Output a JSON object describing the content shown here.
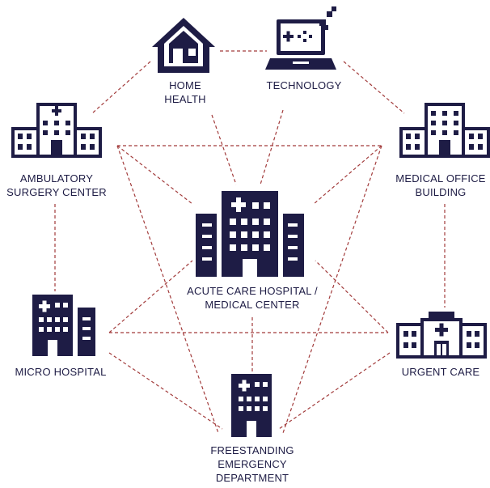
{
  "nodes": {
    "home_health": {
      "lines": [
        "HOME",
        "HEALTH"
      ],
      "icon": "house-icon"
    },
    "technology": {
      "lines": [
        "TECHNOLOGY"
      ],
      "icon": "laptop-icon"
    },
    "ambulatory": {
      "lines": [
        "AMBULATORY",
        "SURGERY CENTER"
      ],
      "icon": "hospital-building-icon"
    },
    "medical_office": {
      "lines": [
        "MEDICAL OFFICE",
        "BUILDING"
      ],
      "icon": "hospital-building-icon"
    },
    "acute_care": {
      "lines": [
        "ACUTE CARE HOSPITAL /",
        "MEDICAL CENTER"
      ],
      "icon": "hospital-tower-icon"
    },
    "micro_hospital": {
      "lines": [
        "MICRO HOSPITAL"
      ],
      "icon": "small-hospital-icon"
    },
    "urgent_care": {
      "lines": [
        "URGENT CARE"
      ],
      "icon": "clinic-icon"
    },
    "freestanding_ed": {
      "lines": [
        "FREESTANDING",
        "EMERGENCY",
        "DEPARTMENT"
      ],
      "icon": "emergency-building-icon"
    }
  },
  "colors": {
    "icon": "#1e1c45",
    "connector": "#a23b3b",
    "background": "#ffffff"
  }
}
